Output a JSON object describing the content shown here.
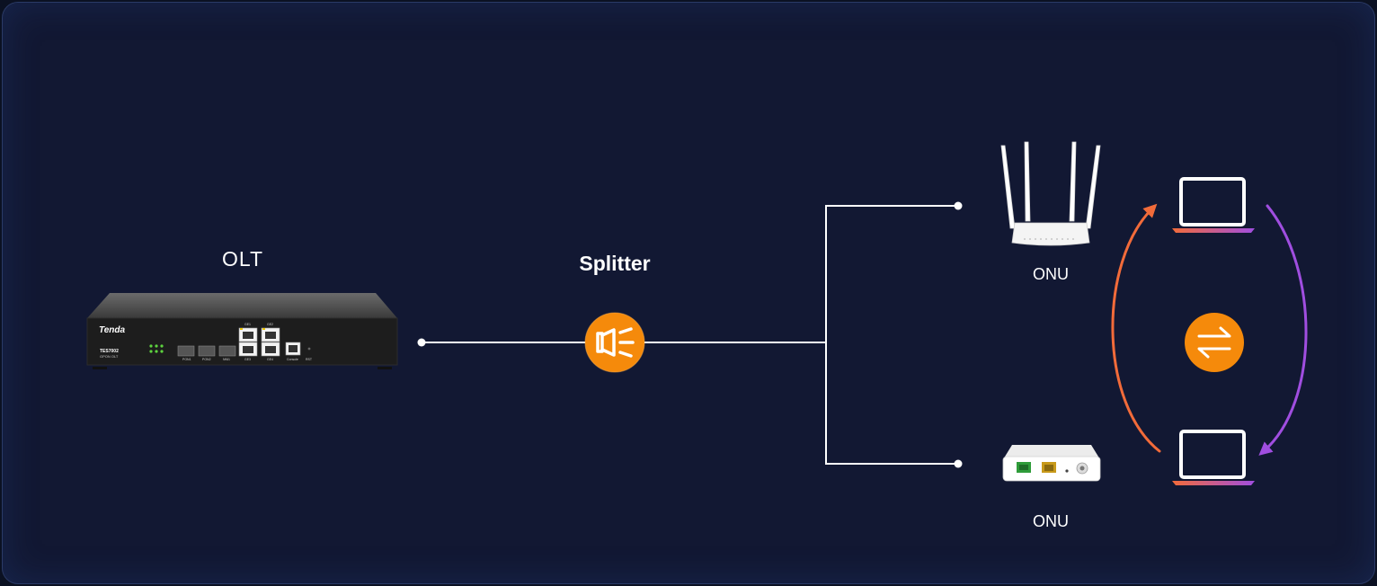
{
  "diagram": {
    "nodes": {
      "olt": {
        "label": "OLT",
        "brand": "Tenda",
        "model": "TES7002",
        "subtitle": "GPON OLT",
        "ports": [
          "PON1",
          "PON2",
          "NNI1",
          "GE1",
          "GE3",
          "GE2",
          "GE4",
          "Console",
          "RST"
        ]
      },
      "splitter": {
        "label": "Splitter",
        "icon": "splitter-plug-icon"
      },
      "onu_router": {
        "label": "ONU",
        "icon": "wifi-router-icon"
      },
      "onu_box": {
        "label": "ONU",
        "icon": "onu-box-icon"
      },
      "laptop_top": {
        "icon": "laptop-icon"
      },
      "laptop_bottom": {
        "icon": "laptop-icon"
      },
      "exchange": {
        "icon": "exchange-arrows-icon"
      }
    },
    "colors": {
      "background": "#121833",
      "line": "#ffffff",
      "splitter_orange": "#f58a0b",
      "arrow_orange": "#f26b3a",
      "arrow_purple": "#a04ee0"
    }
  }
}
